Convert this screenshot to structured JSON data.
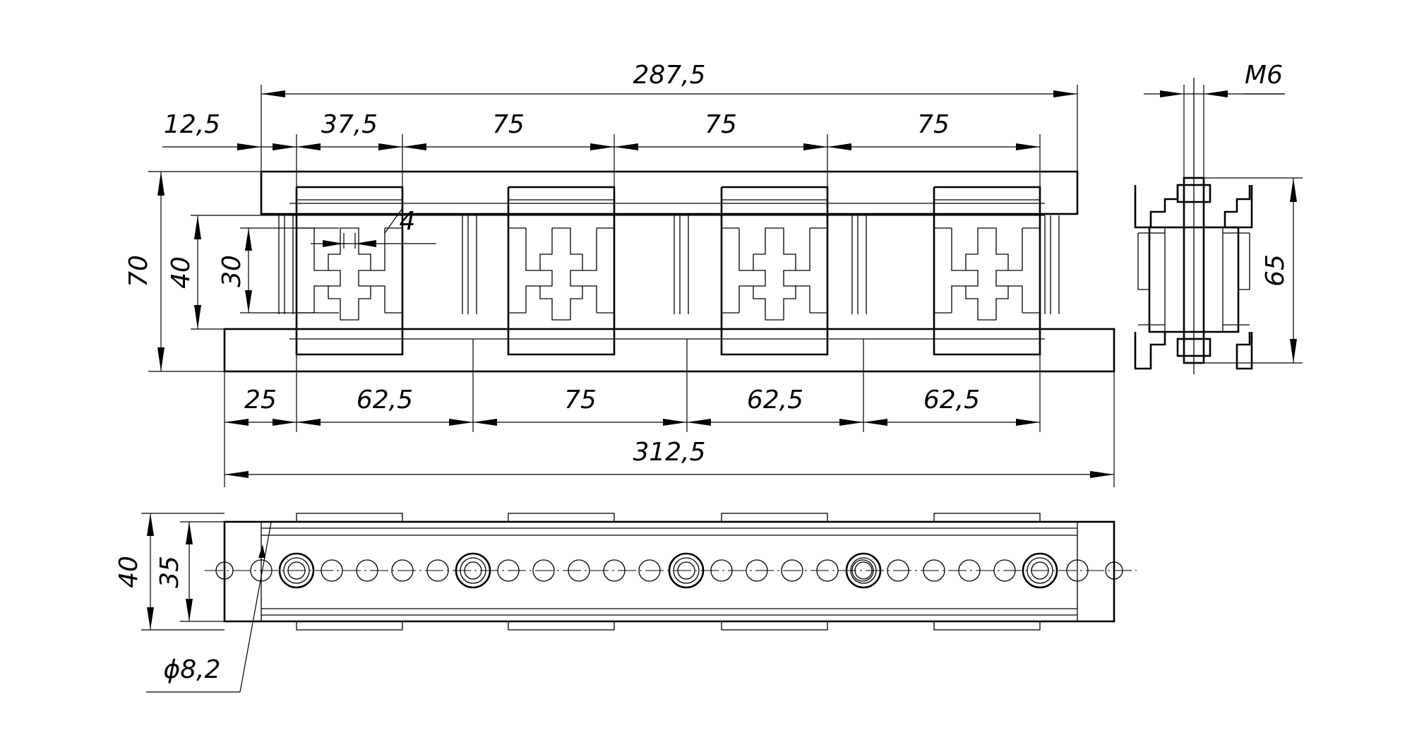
{
  "drawing": {
    "front_view": {
      "overall_top": "287,5",
      "offset_top": "12,5",
      "top_spacing": [
        "37,5",
        "75",
        "75",
        "75"
      ],
      "overall_bottom": "312,5",
      "offset_bottom": "25",
      "bottom_spacing": [
        "62,5",
        "75",
        "62,5",
        "62,5"
      ],
      "height_total": "70",
      "height_inner": "40",
      "height_slot": "30",
      "slot_width": "4"
    },
    "side_view": {
      "thread": "M6",
      "height": "65"
    },
    "top_view": {
      "width_total": "40",
      "width_inner": "35",
      "hole_diameter": "ϕ8,2"
    }
  }
}
